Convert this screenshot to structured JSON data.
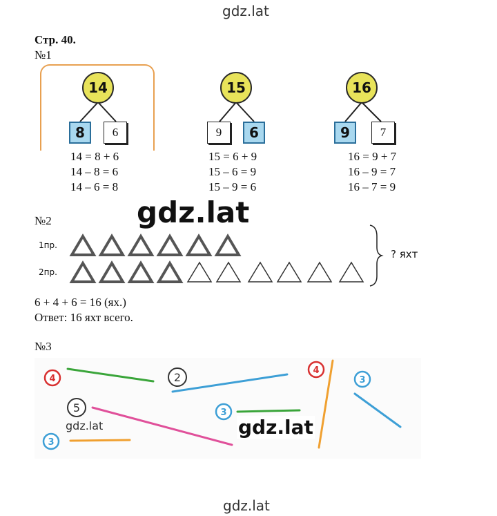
{
  "watermarks": {
    "top": "gdz.lat",
    "mid": "gdz.lat",
    "bottom": "gdz.lat",
    "map_left": "gdz.lat",
    "map_right": "gdz.lat"
  },
  "header": {
    "page": "Стр. 40."
  },
  "task1": {
    "label": "№1",
    "groups": [
      {
        "total": "14",
        "a": "8",
        "b": "6",
        "eqs": [
          "14 = 8 + 6",
          "14 – 8 = 6",
          "14 – 6 = 8"
        ]
      },
      {
        "total": "15",
        "a": "9",
        "b": "6",
        "eqs": [
          "15 = 6 + 9",
          "15 – 6 = 9",
          "15 – 9 = 6"
        ]
      },
      {
        "total": "16",
        "a": "9",
        "b": "7",
        "eqs": [
          "16 = 9 + 7",
          "16 – 9 = 7",
          "16 – 7 = 9"
        ]
      }
    ]
  },
  "task2": {
    "label": "№2",
    "row1_label": "1пр.",
    "row2_label": "2пр.",
    "question": "? яхт",
    "equation": "6 + 4 + 6 = 16 (ях.)",
    "answer": "Ответ: 16 яхт всего."
  },
  "task3": {
    "label": "№3",
    "badges": [
      "4",
      "2",
      "5",
      "3",
      "3",
      "4",
      "3"
    ],
    "colors": {
      "green": "#3aa53a",
      "blue": "#3d9fd6",
      "pink": "#e0509a",
      "orange": "#f0a030",
      "red": "#d83030"
    }
  }
}
